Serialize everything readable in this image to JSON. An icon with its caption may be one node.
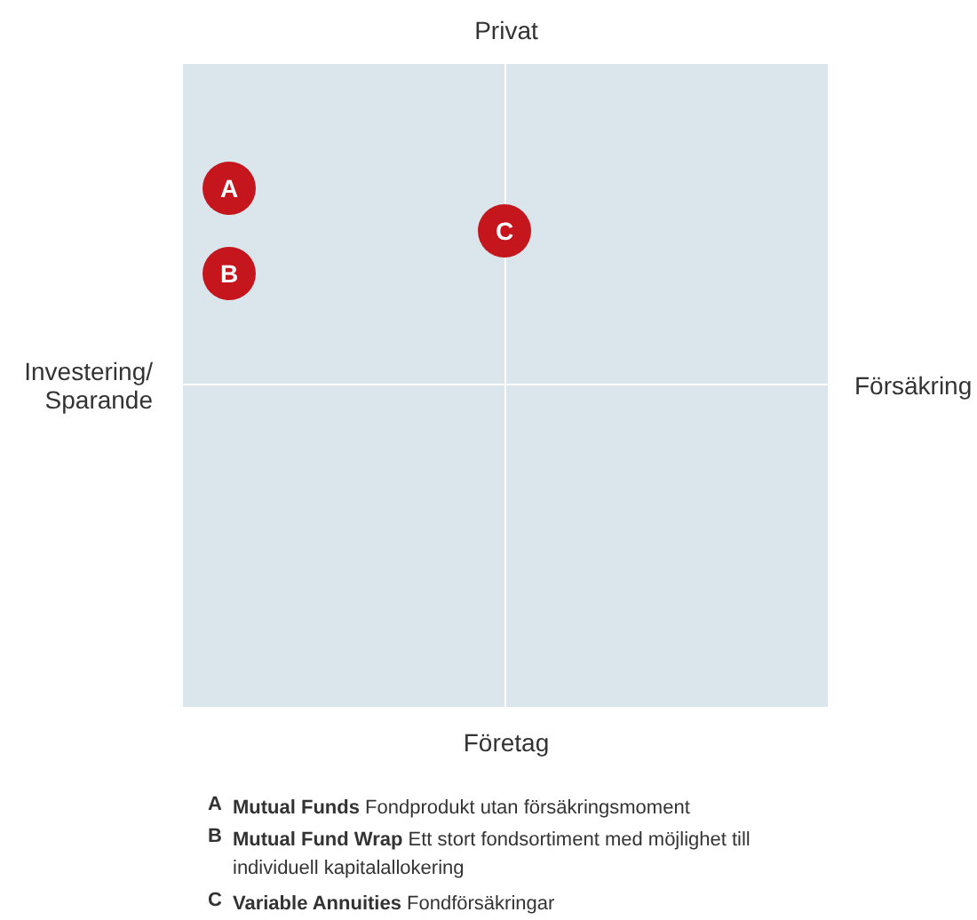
{
  "diagram": {
    "nodes": [
      {
        "text": [
          "A"
        ]
      },
      {
        "text": [
          "B"
        ]
      },
      {
        "text": [
          "C"
        ]
      }
    ],
    "labels": [
      "Privat",
      "Investering/ Sparande",
      "Försäkring",
      "Företag",
      "A",
      "**Mutual Funds** Fondprodukt utan försäkringsmoment",
      "B",
      "**Mutual Fund Wrap** Ett stort fondsortiment med möjlighet till individuell kapitalallokering",
      "C",
      "**Variable Annuities** Fondförsäkringar"
    ]
  }
}
